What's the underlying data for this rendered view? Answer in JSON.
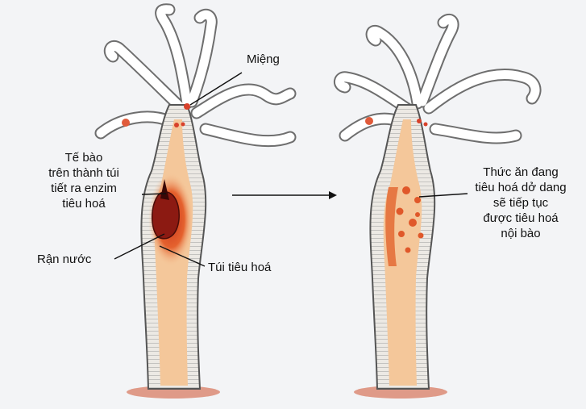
{
  "labels": {
    "mouth": "Miệng",
    "enzyme_cells": "Tế bào\ntrên thành túi\ntiết ra enzim\ntiêu hoá",
    "water_flea": "Rận nước",
    "digestive_sac": "Túi tiêu hoá",
    "intracellular": "Thức ăn đang\ntiêu hoá dở dang\nsẽ tiếp tục\nđược tiêu hoá\nnội bào"
  },
  "colors": {
    "background": "#f3f4f6",
    "body_wall": "#ece9e4",
    "cavity": "#f4c79a",
    "digesting": "#e0582a",
    "prey": "#8c1a12",
    "base_shadow": "#d9836d",
    "label": "#111111"
  },
  "icons": [
    "arrow-right-icon",
    "tentacle-icon",
    "hydra-body-icon",
    "water-flea-icon",
    "food-particle-icon"
  ]
}
